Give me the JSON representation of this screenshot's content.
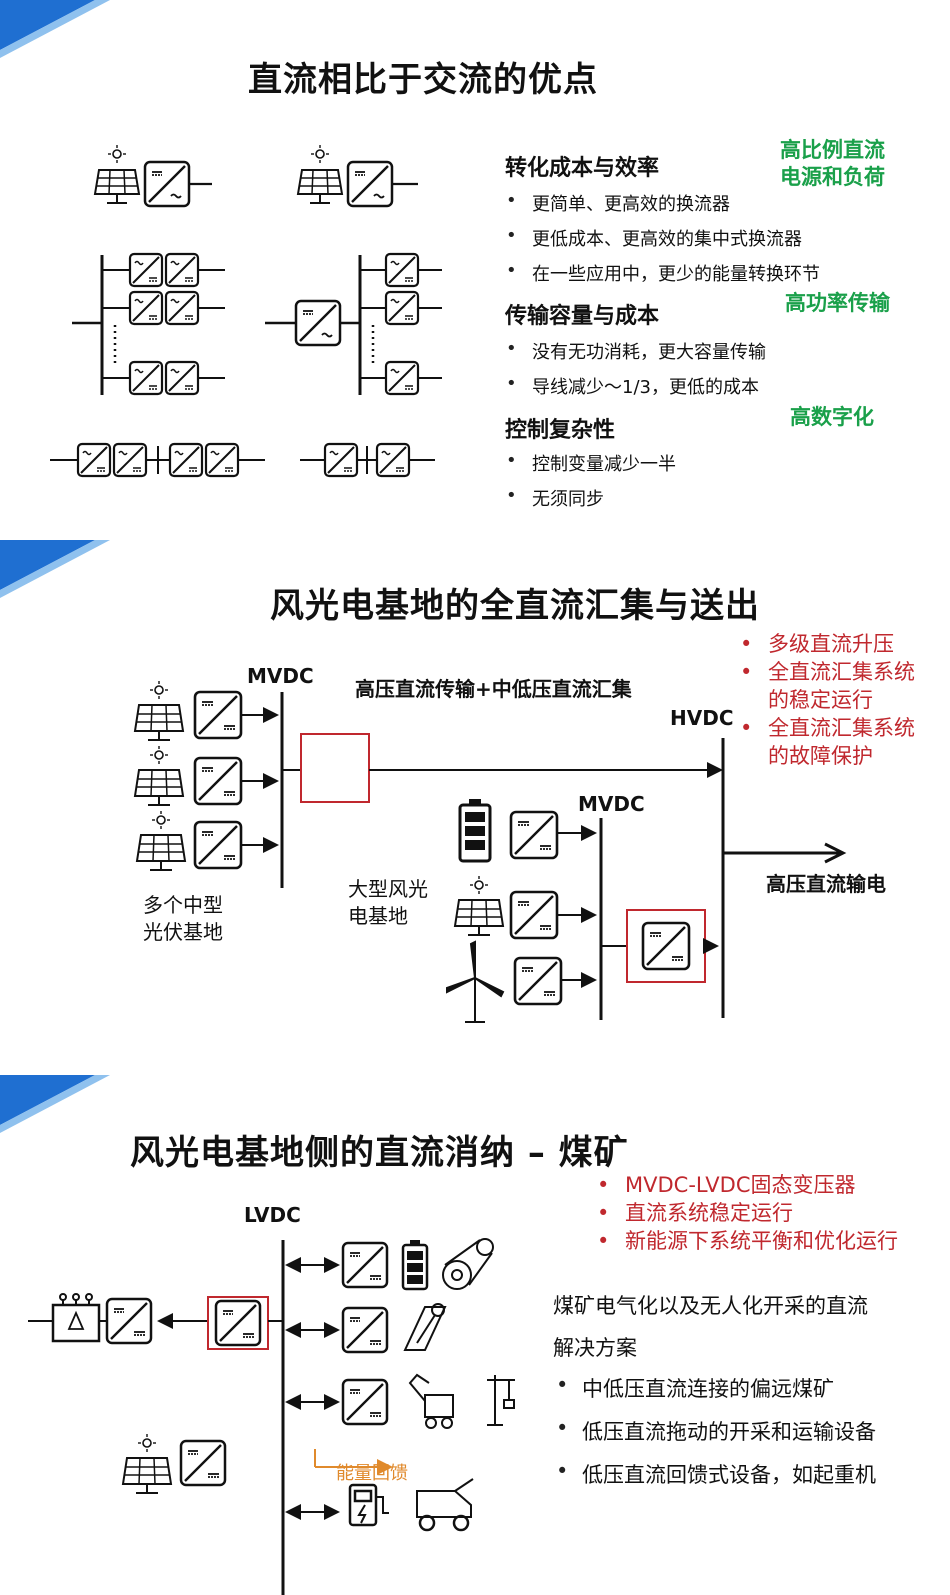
{
  "slide1": {
    "title": "直流相比于交流的优点",
    "sections": [
      {
        "heading": "转化成本与效率",
        "bullets": [
          "更简单、更高效的换流器",
          "更低成本、更高效的集中式换流器",
          "在一些应用中，更少的能量转换环节"
        ]
      },
      {
        "heading": "传输容量与成本",
        "bullets": [
          "没有无功消耗，更大容量传输",
          "导线减少～1/3，更低的成本"
        ]
      },
      {
        "heading": "控制复杂性",
        "bullets": [
          "控制变量减少一半",
          "无须同步"
        ]
      }
    ],
    "green_notes": [
      "高比例直流",
      "电源和负荷",
      "高功率传输",
      "高数字化"
    ],
    "colors": {
      "green": "#1aa04a",
      "red": "#c0282e",
      "corner_blue": "#1f6fd1"
    }
  },
  "slide2": {
    "title": "风光电基地的全直流汇集与送出",
    "red_points": [
      [
        "多级直流升压"
      ],
      [
        "全直流汇集系统",
        "的稳定运行"
      ],
      [
        "全直流汇集系统",
        "的故障保护"
      ]
    ],
    "labels": {
      "mvdc_left": "MVDC",
      "transmission": "高压直流传输+中低压直流汇集",
      "hvdc": "HVDC",
      "mvdc_right": "MVDC",
      "hv_output": "高压直流输电",
      "pv_bases": [
        "多个中型",
        "光伏基地"
      ],
      "large_base": [
        "大型风光",
        "电基地"
      ]
    }
  },
  "slide3": {
    "title": "风光电基地侧的直流消纳 – 煤矿",
    "red_points": [
      "MVDC-LVDC固态变压器",
      "直流系统稳定运行",
      "新能源下系统平衡和优化运行"
    ],
    "lvdc": "LVDC",
    "body": [
      "煤矿电气化以及无人化开采的直流",
      "解决方案"
    ],
    "bullets": [
      "中低压直流连接的偏远煤矿",
      "低压直流拖动的开采和运输设备",
      "低压直流回馈式设备，如起重机"
    ],
    "energy_feedback": "能量回馈",
    "feedback_color": "#e08a2c"
  }
}
